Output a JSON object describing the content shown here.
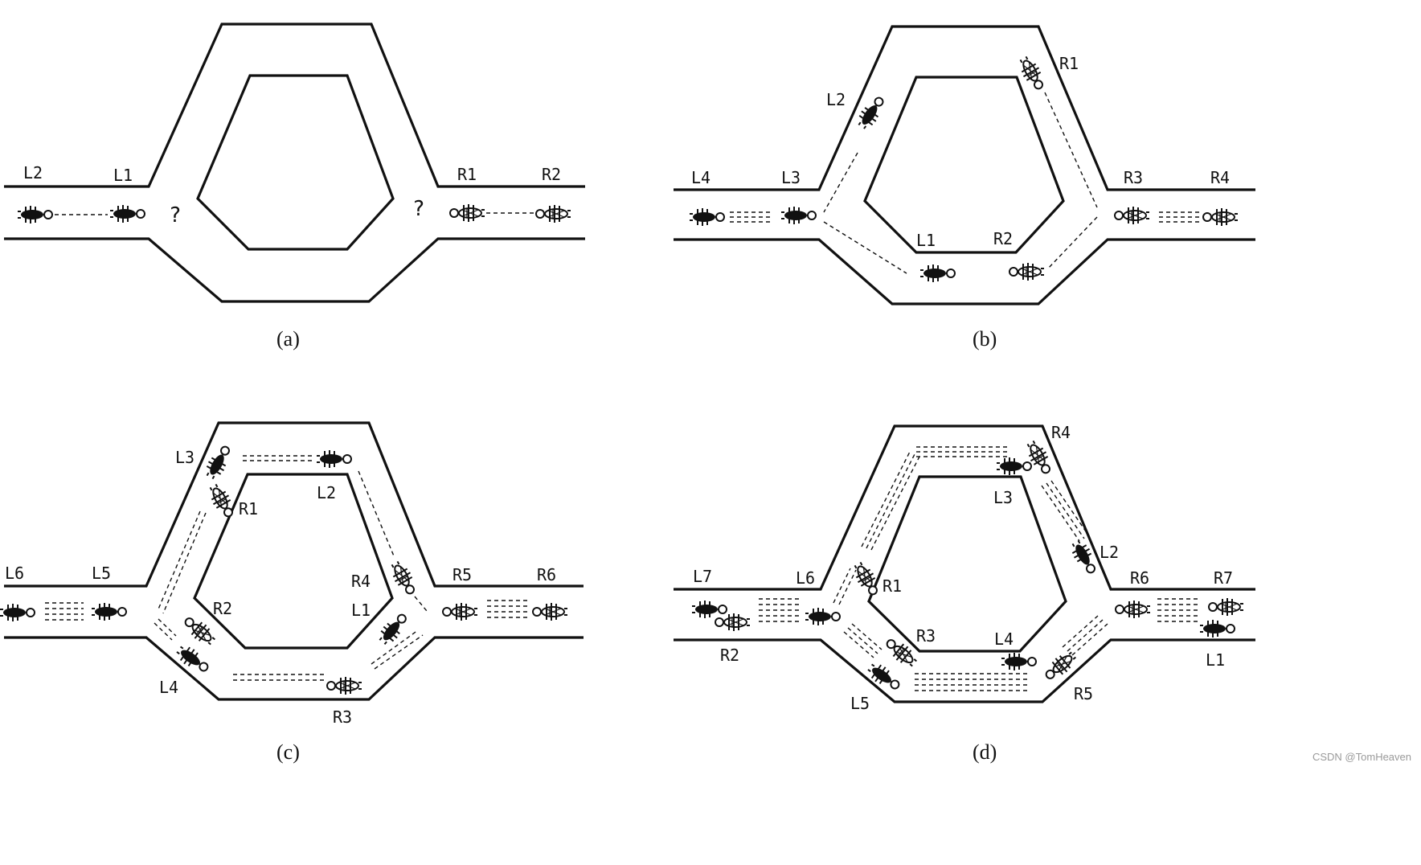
{
  "panels": [
    {
      "caption": "(a)",
      "labels": [
        "L2",
        "L1",
        "R1",
        "R2"
      ],
      "question_marks": [
        "?",
        "?"
      ]
    },
    {
      "caption": "(b)",
      "labels": [
        "L4",
        "L3",
        "L2",
        "R1",
        "R3",
        "R4",
        "L1",
        "R2"
      ]
    },
    {
      "caption": "(c)",
      "labels": [
        "L6",
        "L5",
        "L3",
        "R1",
        "L2",
        "R4",
        "R5",
        "R6",
        "R2",
        "L1",
        "L4",
        "R3"
      ]
    },
    {
      "caption": "(d)",
      "labels": [
        "L7",
        "L6",
        "R2",
        "R1",
        "R3",
        "L4",
        "L3",
        "R4",
        "L2",
        "R6",
        "R7",
        "L1",
        "L5",
        "R5"
      ]
    }
  ],
  "watermark": "CSDN @TomHeaven",
  "colors": {
    "ink": "#111111",
    "background": "#ffffff",
    "watermark": "#9a9a9a"
  }
}
